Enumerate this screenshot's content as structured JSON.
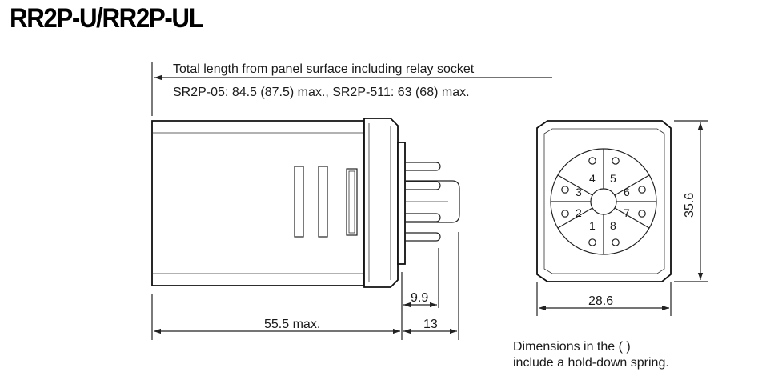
{
  "title": "RR2P-U/RR2P-UL",
  "total_length": {
    "label": "Total length from panel surface including relay socket",
    "values": "SR2P-05: 84.5 (87.5) max., SR2P-511: 63 (68) max."
  },
  "dimensions": {
    "body_length": "55.5 max.",
    "pin_length": "9.9",
    "base_to_tip": "13",
    "width": "28.6",
    "height": "35.6"
  },
  "pin_numbers": [
    "1",
    "2",
    "3",
    "4",
    "5",
    "6",
    "7",
    "8"
  ],
  "note": {
    "line1": "Dimensions in the ( )",
    "line2": "include a hold-down spring."
  }
}
